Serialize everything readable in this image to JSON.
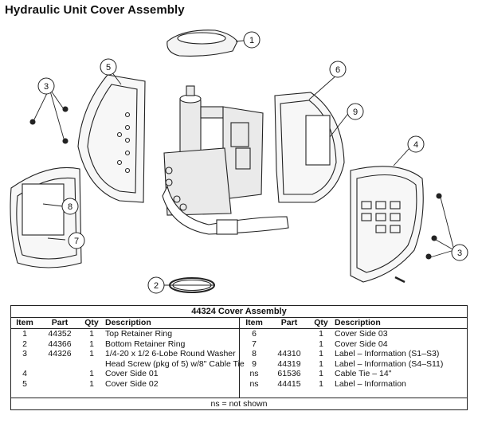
{
  "title": "Hydraulic Unit Cover Assembly",
  "diagram": {
    "callouts": [
      "1",
      "2",
      "3",
      "4",
      "5",
      "6",
      "7",
      "8",
      "9",
      "3"
    ]
  },
  "table": {
    "title": "44324  Cover Assembly",
    "headers": {
      "item": "Item",
      "part": "Part",
      "qty": "Qty",
      "description": "Description"
    },
    "rows": [
      {
        "left": {
          "item": "1",
          "part": "44352",
          "qty": "1",
          "description": "Top Retainer Ring"
        },
        "right": {
          "item": "6",
          "part": "",
          "qty": "1",
          "description": "Cover Side 03"
        }
      },
      {
        "left": {
          "item": "2",
          "part": "44366",
          "qty": "1",
          "description": "Bottom Retainer Ring"
        },
        "right": {
          "item": "7",
          "part": "",
          "qty": "1",
          "description": "Cover Side 04"
        }
      },
      {
        "left": {
          "item": "3",
          "part": "44326",
          "qty": "1",
          "description": "1/4-20 x 1/2 6-Lobe Round Washer"
        },
        "right": {
          "item": "8",
          "part": "44310",
          "qty": "1",
          "description": "Label – Information (S1–S3)"
        }
      },
      {
        "left": {
          "item": "",
          "part": "",
          "qty": "",
          "description": "Head Screw (pkg of 5) w/8\" Cable Tie"
        },
        "right": {
          "item": "9",
          "part": "44319",
          "qty": "1",
          "description": "Label – Information (S4–S11)"
        }
      },
      {
        "left": {
          "item": "4",
          "part": "",
          "qty": "1",
          "description": "Cover Side 01"
        },
        "right": {
          "item": "ns",
          "part": "61536",
          "qty": "1",
          "description": "Cable Tie – 14\""
        }
      },
      {
        "left": {
          "item": "5",
          "part": "",
          "qty": "1",
          "description": "Cover Side 02"
        },
        "right": {
          "item": "ns",
          "part": "44415",
          "qty": "1",
          "description": "Label – Information"
        }
      }
    ],
    "footnote": "ns = not shown"
  }
}
